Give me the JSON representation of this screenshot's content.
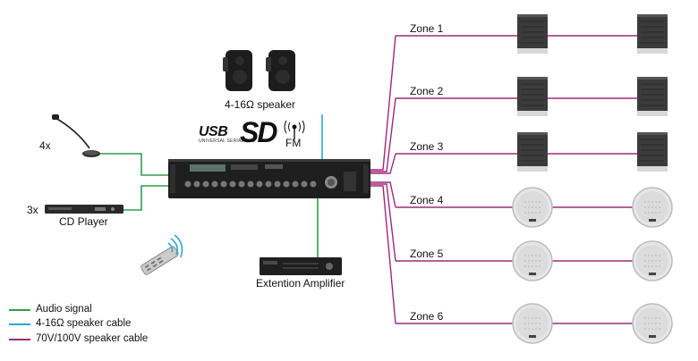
{
  "devices": {
    "mic_count": "4x",
    "cd_count": "3x",
    "cd_label": "CD Player",
    "speaker_label": "4-16Ω speaker",
    "amplifier_label": "Extention Amplifier"
  },
  "logos": {
    "usb": "USB",
    "usb_sub": "UNIVERSAL SERIAL BUS",
    "sd": "SD",
    "fm": "FM"
  },
  "zones": [
    {
      "label": "Zone 1",
      "speaker_type": "wall-speaker"
    },
    {
      "label": "Zone 2",
      "speaker_type": "wall-speaker"
    },
    {
      "label": "Zone 3",
      "speaker_type": "wall-speaker"
    },
    {
      "label": "Zone 4",
      "speaker_type": "ceiling-speaker"
    },
    {
      "label": "Zone 5",
      "speaker_type": "ceiling-speaker"
    },
    {
      "label": "Zone 6",
      "speaker_type": "ceiling-speaker"
    }
  ],
  "legend": [
    {
      "label": "Audio signal",
      "color": "#2e9e4e"
    },
    {
      "label": "4-16Ω speaker cable",
      "color": "#2ba6d4"
    },
    {
      "label": "70V/100V speaker cable",
      "color": "#a0287a"
    }
  ],
  "colors": {
    "audio": "#2e9e4e",
    "speaker_cable": "#2ba6d4",
    "line_cable": "#a0287a"
  }
}
